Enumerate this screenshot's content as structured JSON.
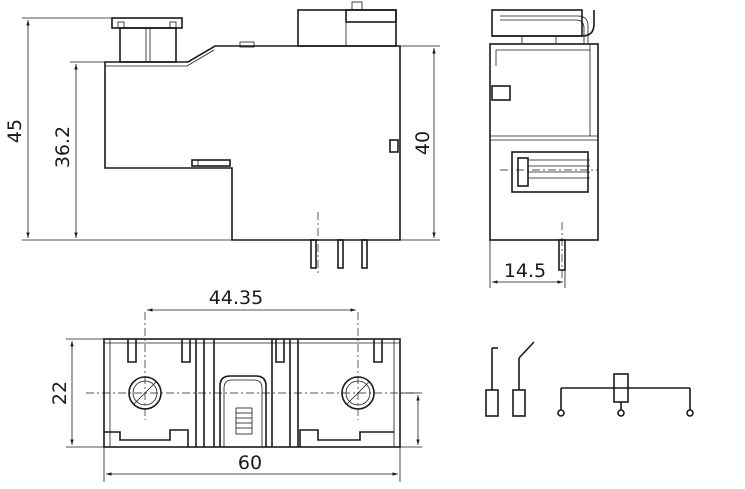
{
  "dimensions": {
    "height_total": "45",
    "height_body": "36.2",
    "height_side": "40",
    "depth": "14.5",
    "pin_spacing": "44.35",
    "width_base": "22",
    "width_total": "60"
  },
  "colors": {
    "line": "#1a1a1a",
    "background": "#ffffff"
  }
}
